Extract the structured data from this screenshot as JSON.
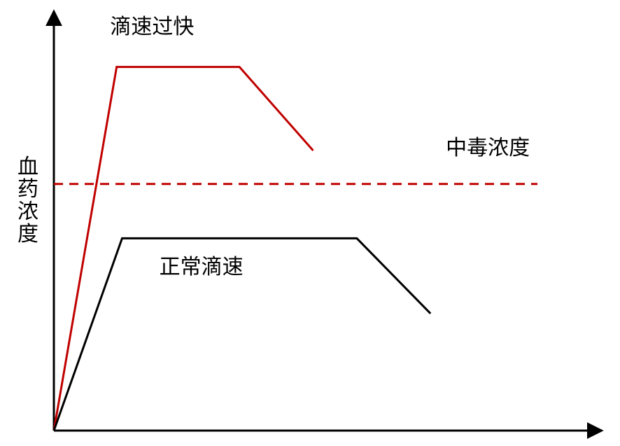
{
  "chart_data": {
    "type": "line",
    "ylabel": "血药浓度",
    "xlabel": "",
    "grid": false,
    "xlim": [
      0,
      100
    ],
    "ylim": [
      0,
      100
    ],
    "series": [
      {
        "name": "滴速过快",
        "color": "#c00000",
        "dash": false,
        "points": [
          [
            0,
            0
          ],
          [
            11.5,
            87
          ],
          [
            34,
            87
          ],
          [
            47.5,
            67
          ]
        ]
      },
      {
        "name": "正常滴速",
        "color": "#000000",
        "dash": false,
        "points": [
          [
            0,
            0
          ],
          [
            12.5,
            46
          ],
          [
            55.5,
            46
          ],
          [
            69,
            28
          ]
        ]
      }
    ],
    "reference_lines": [
      {
        "name": "中毒浓度",
        "y": 59,
        "color": "#c00000",
        "dash": true
      }
    ],
    "annotations": [
      {
        "text": "滴速过快",
        "x": 18,
        "y": 95
      },
      {
        "text": "正常滴速",
        "x": 27,
        "y": 37.5
      },
      {
        "text": "中毒浓度",
        "x": 79.5,
        "y": 66
      }
    ]
  }
}
